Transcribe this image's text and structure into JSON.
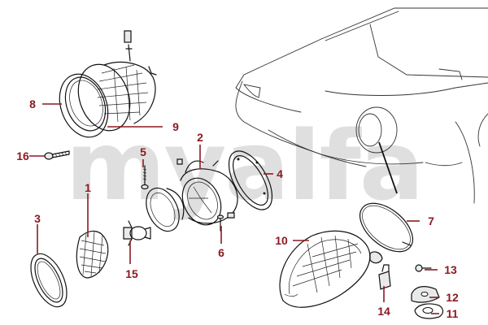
{
  "watermark": {
    "text": "myalfa",
    "color": "#d9d9d9"
  },
  "callout_color": "#8b1a22",
  "callouts": [
    {
      "id": "1",
      "label": "1"
    },
    {
      "id": "2",
      "label": "2"
    },
    {
      "id": "3",
      "label": "3"
    },
    {
      "id": "4",
      "label": "4"
    },
    {
      "id": "5",
      "label": "5"
    },
    {
      "id": "6",
      "label": "6"
    },
    {
      "id": "7",
      "label": "7"
    },
    {
      "id": "8",
      "label": "8"
    },
    {
      "id": "9",
      "label": "9"
    },
    {
      "id": "10",
      "label": "10"
    },
    {
      "id": "11",
      "label": "11"
    },
    {
      "id": "12",
      "label": "12"
    },
    {
      "id": "13",
      "label": "13"
    },
    {
      "id": "14",
      "label": "14"
    },
    {
      "id": "15",
      "label": "15"
    },
    {
      "id": "16",
      "label": "16"
    }
  ]
}
